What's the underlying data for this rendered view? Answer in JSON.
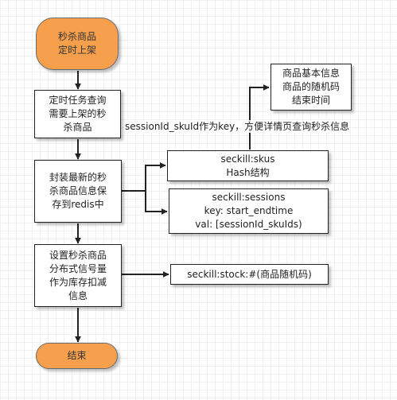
{
  "nodes": {
    "start": "秒杀商品\n定时上架",
    "query_task": "定时任务查询\n需要上架的秒\n杀商品",
    "save_redis": "封装最新的秒\n杀商品信息保\n存到redis中",
    "semaphore": "设置秒杀商品\n分布式信号量\n作为库存扣减\n信息",
    "end": "结束",
    "product_info": "商品基本信息\n商品的随机码\n结束时间",
    "skus": "seckill:skus\nHash结构",
    "sessions": "seckill:sessions\nkey: start_endtime\nval:  [sessionId_skuIds)",
    "stock": "seckill:stock:#(商品随机码)"
  },
  "edge_label": "sessionId_skuId作为key，方便详情页查询秒杀信息",
  "colors": {
    "terminal_fill": "#f6a04d",
    "line": "#222222"
  }
}
